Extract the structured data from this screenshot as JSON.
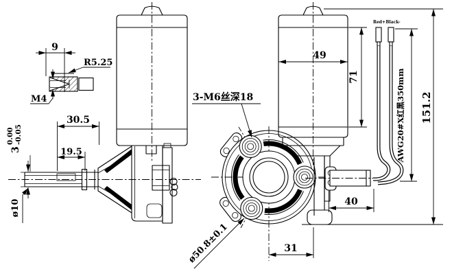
{
  "canvas": {
    "background": "#ffffff",
    "line_color": "#000000"
  },
  "detail_view": {
    "section_width": "9",
    "tip_radius": "R5.25",
    "thread_size": "M4"
  },
  "left_view": {
    "shaft_length": "30.5",
    "flat_length": "19.5",
    "flat_tol_base": "3",
    "flat_tol_upper": "0.00",
    "flat_tol_lower": "-0.05",
    "shaft_diameter": "ø10"
  },
  "front_view": {
    "mounting_holes_note": "3-M6丝深18",
    "bolt_circle_diameter": "ø50.8±0.1",
    "center_to_face": "31"
  },
  "right_view": {
    "motor_diameter": "49",
    "motor_body_length": "71",
    "overall_length": "151.2",
    "output_section_length": "40",
    "wire_spec": "AWG20#X红黑350mm",
    "wire_positive_label": "Red+",
    "wire_negative_label": "Black-"
  }
}
